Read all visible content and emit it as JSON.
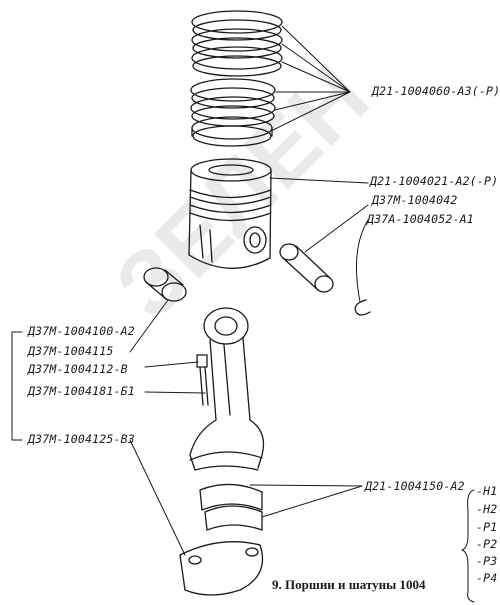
{
  "watermark": "ЗЕЛЕН",
  "caption": "9. Поршни и шатуны 1004",
  "labels": {
    "rings": "Д21-1004060-А3(-Р)",
    "piston": "Д21-1004021-А2(-Р)",
    "pin": "Д37М-1004042",
    "circlip": "Д37А-1004052-А1",
    "rod_assembly": "Д37М-1004100-А2",
    "bushing": "Д37М-1004115",
    "bolt": "Д37М-1004112-В",
    "nut": "Д37М-1004181-Б1",
    "rod_cap": "Д37М-1004125-В3",
    "bearing_shells": "Д21-1004150-А2"
  },
  "size_grades": [
    "-Н1",
    "-Н2",
    "-Р1",
    "-Р2",
    "-Р3",
    "-Р4"
  ],
  "colors": {
    "ink": "#1a1a1a",
    "background": "#ffffff"
  }
}
